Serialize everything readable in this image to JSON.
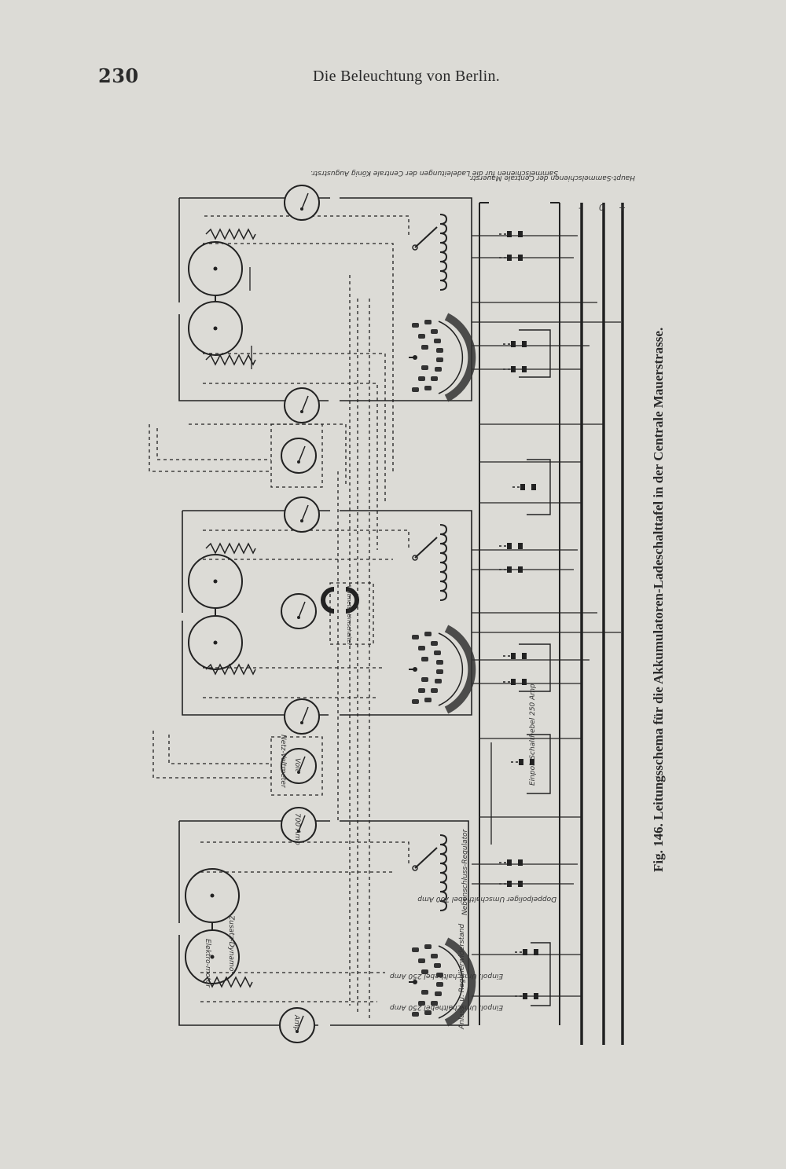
{
  "page": {
    "number": "230",
    "running_title": "Die Beleuchtung von Berlin."
  },
  "figure": {
    "caption": "Fig. 146. Leitungsschema für die Akkumulatoren-Ladeschalttafel in der Centrale Mauerstrasse.",
    "labels": {
      "busbars_charging": "Sammelschienen für die Ladeleitungen der Centrale König Augustrstr.",
      "busbars_main": "Haupt-Sammelschienen der Centrale Mauerstr.",
      "double_pole_switch": "Doppelpoliger Umschalthebel 700 Amp",
      "single_pole_switch": "Einpol. Schalthebel 250 Amp",
      "single_pole_switch_1": "Einpol. Umschalthebel 250 Amp",
      "single_pole_switch_2": "Einpol. Umschalthebel 250 Amp",
      "shunt_regulator": "Nebenschluss-Regulator",
      "starting_resistance": "Anlass- u. Regulierwiderstand",
      "booster_dynamo": "Zusatz-Dynamo",
      "electromotor": "Elektro-motor",
      "network_voltmeter": "Netz-Voltmeter",
      "voltmeter": "Volt",
      "ampere_700": "700 Amp",
      "ammeter": "Amp",
      "pole_changer": "Voltmeter-Umschalter",
      "bus_minus": "-",
      "bus_zero": "0",
      "bus_plus": "+"
    }
  }
}
